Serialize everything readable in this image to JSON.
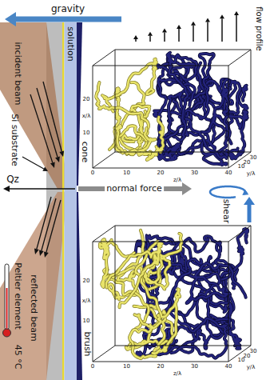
{
  "diagram": {
    "labels": [
      "gravity",
      "flow profile",
      "solution",
      "incident beam",
      "Si substrate",
      "cone",
      "Qz",
      "normal force",
      "shear",
      "Peltier element",
      "45 °C",
      "reflected beam",
      "brush",
      "x/λ",
      "10",
      "20",
      "y/λ",
      "10",
      "20",
      "30",
      "z/λ",
      "0",
      "10",
      "20",
      "30",
      "40",
      "x/λ",
      "10",
      "20",
      "y/λ",
      "10",
      "20",
      "30",
      "z/λ",
      "0",
      "10",
      "20",
      "30",
      "40"
    ]
  }
}
